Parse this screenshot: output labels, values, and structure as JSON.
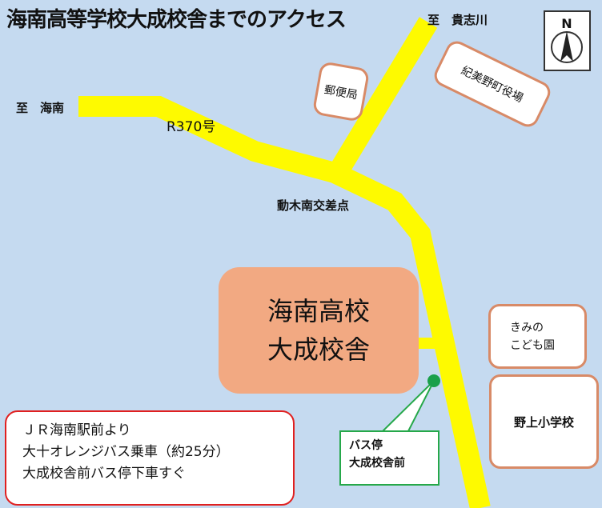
{
  "title": "海南高等学校大成校舎までのアクセス",
  "direction_labels": {
    "kainan": "至　海南",
    "kishigawa": "至　貴志川"
  },
  "road_label": "R370号",
  "intersection_label": "動木南交差点",
  "landmarks": {
    "post_office": "郵便局",
    "town_office": "紀美野町役場",
    "kindergarten_line1": "きみの",
    "kindergarten_line2": "こども園",
    "elementary_school": "野上小学校"
  },
  "school": {
    "line1": "海南高校",
    "line2": "大成校舎"
  },
  "bus_stop": {
    "line1": "バス停",
    "line2": "大成校舎前",
    "color": "#1aa04a"
  },
  "directions_box": {
    "line1": "ＪＲ海南駅前より",
    "line2": "大十オレンジバス乗車（約25分）",
    "line3": "大成校舎前バス停下車すぐ"
  },
  "compass": {
    "north": "N",
    "icon": "north-arrow-icon"
  },
  "colors": {
    "background": "#c5daf0",
    "road": "#fefa00",
    "school_fill": "#f2a982",
    "landmark_border": "#d88a67",
    "info_border": "#e02020",
    "bus_border": "#26a84a"
  }
}
